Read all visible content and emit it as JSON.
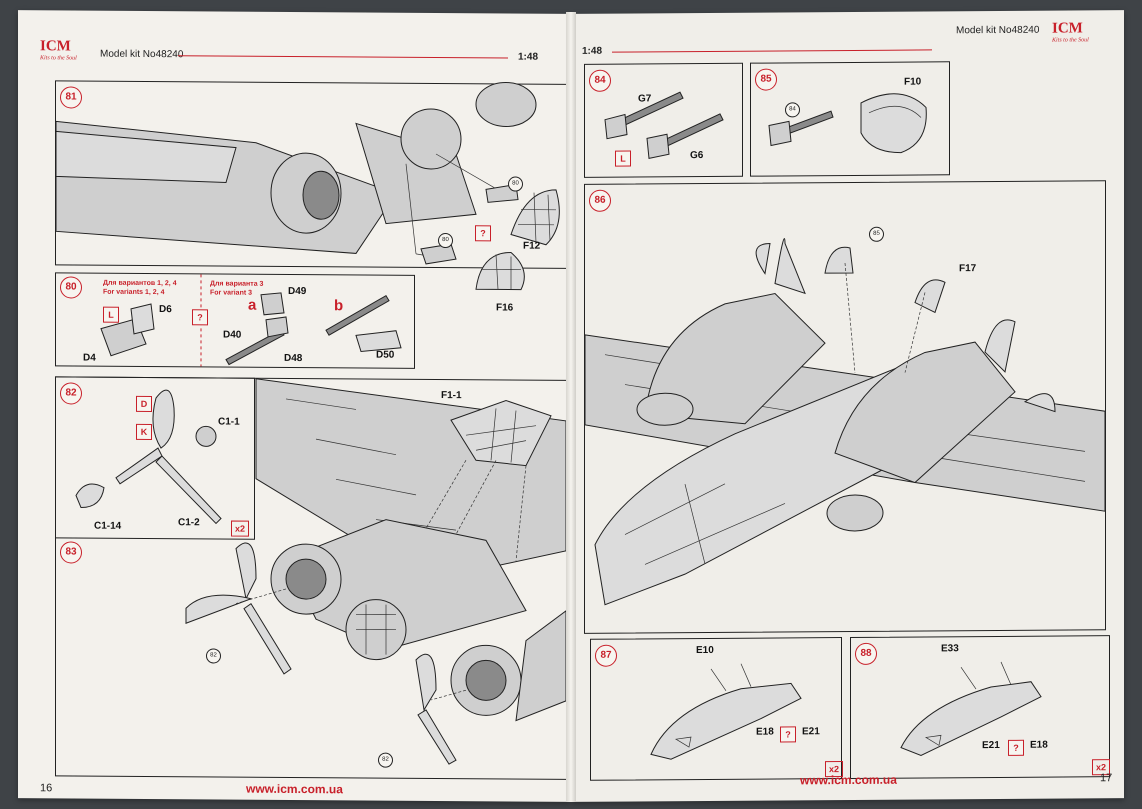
{
  "left_page": {
    "brand": "ICM",
    "brand_tagline": "Kits to the Soul",
    "kit_label": "Model kit No48240",
    "scale": "1:48",
    "footer_url": "www.icm.com.ua",
    "page_number": "16",
    "steps": [
      {
        "number": "81",
        "parts": [
          "F12",
          "F16"
        ],
        "refs": [
          "80",
          "80"
        ],
        "note_box": "?"
      },
      {
        "number": "80",
        "variant_a_ru": "Для вариантов 1, 2, 4",
        "variant_a_en": "For variants 1, 2, 4",
        "variant_b_ru": "Для варианта 3",
        "variant_b_en": "For variant 3",
        "parts": [
          "D6",
          "D4",
          "D49",
          "D40",
          "D48",
          "D50"
        ],
        "paint_L": "L",
        "note_box": "?",
        "opt_a": "a",
        "opt_b": "b"
      },
      {
        "number": "82",
        "parts": [
          "C1-1",
          "C1-14",
          "C1-2"
        ],
        "paint_D": "D",
        "paint_K": "K",
        "multiplier": "x2"
      },
      {
        "number": "83",
        "parts": [
          "F1-1"
        ],
        "refs": [
          "82",
          "82"
        ]
      }
    ]
  },
  "right_page": {
    "kit_label": "Model kit No48240",
    "scale": "1:48",
    "footer_url": "www.icm.com.ua",
    "page_number": "17",
    "brand": "ICM",
    "brand_tagline": "Kits to the Soul",
    "steps": [
      {
        "number": "84",
        "parts": [
          "G7",
          "G6"
        ],
        "paint_L": "L"
      },
      {
        "number": "85",
        "parts": [
          "F10"
        ],
        "refs": [
          "84"
        ]
      },
      {
        "number": "86",
        "parts": [
          "F17"
        ],
        "refs": [
          "85"
        ]
      },
      {
        "number": "87",
        "parts": [
          "E10",
          "E18",
          "E21"
        ],
        "note_box": "?",
        "multiplier": "x2"
      },
      {
        "number": "88",
        "parts": [
          "E33",
          "E21",
          "E18"
        ],
        "note_box": "?",
        "multiplier": "x2"
      }
    ]
  },
  "colors": {
    "accent_red": "#c8202a",
    "paper": "#f3f1ec",
    "background": "#3f4347"
  }
}
